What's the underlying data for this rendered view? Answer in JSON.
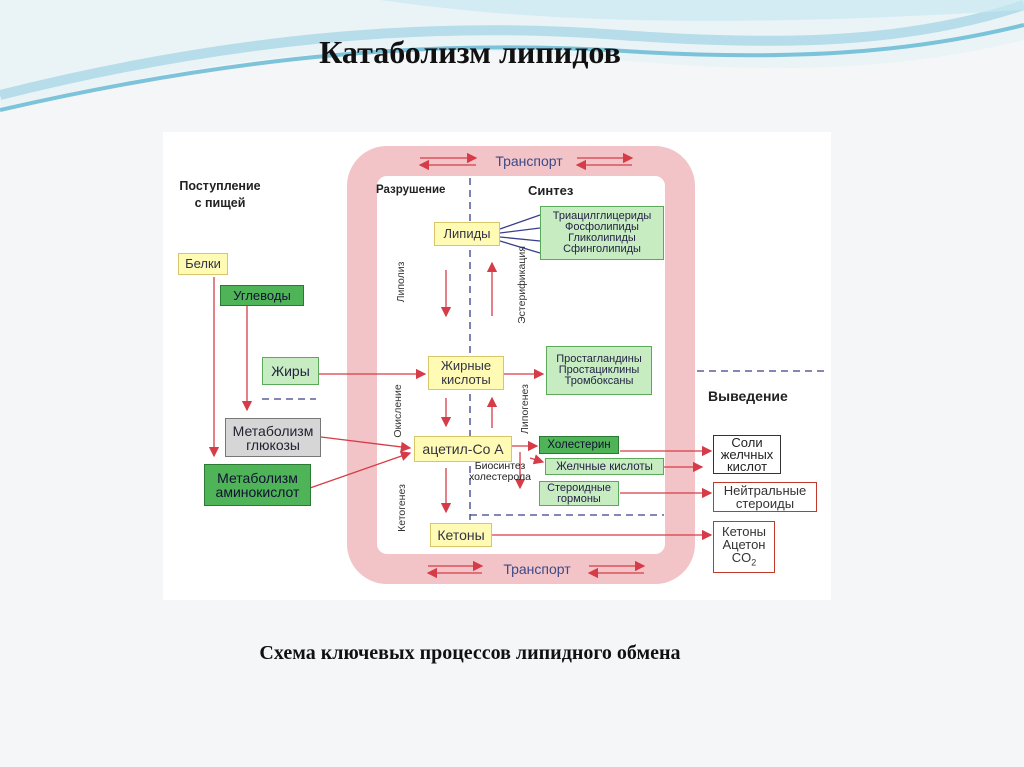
{
  "slide": {
    "title": "Катаболизм липидов",
    "caption": "Схема ключевых процессов липидного обмена"
  },
  "diagram": {
    "transport_top": "Транспорт",
    "transport_bottom": "Транспорт",
    "intake_label": [
      "Поступление",
      "с пищей"
    ],
    "breakdown_label": "Разрушение",
    "synthesis_label": "Синтез",
    "excretion_label": "Выведение",
    "intake": {
      "proteins": "Белки",
      "carbs": "Углеводы",
      "fats": "Жиры",
      "glucose_metabolism": [
        "Метаболизм",
        "глюкозы"
      ],
      "aminoacid_metabolism": [
        "Метаболизм",
        "аминокислот"
      ]
    },
    "center": {
      "lipids": "Липиды",
      "fatty_acids": [
        "Жирные",
        "кислоты"
      ],
      "acetyl_coa": "ацетил-Со А",
      "ketones": "Кетоны"
    },
    "processes": {
      "lipolysis": "Липолиз",
      "esterification": "Эстерификация",
      "oxidation": "Окисление",
      "lipogenesis": "Липогенез",
      "ketogenesis": "Кетогенез",
      "cholesterol_biosynthesis": [
        "Биосинтез",
        "холестерола"
      ]
    },
    "synthesis_products": {
      "complex_lipids": [
        "Триацилглицериды",
        "Фосфолипиды",
        "Гликолипиды",
        "Сфинголипиды"
      ],
      "eicosanoids": [
        "Простагландины",
        "Простациклины",
        "Тромбоксаны"
      ],
      "cholesterol": "Холестерин",
      "bile_acids": "Желчные кислоты",
      "steroid_hormones": [
        "Стероидные",
        "гормоны"
      ]
    },
    "excretion": {
      "bile_salts": [
        "Соли",
        "желчных",
        "кислот"
      ],
      "neutral_steroids": [
        "Нейтральные",
        "стероиды"
      ],
      "ketones_out": [
        "Кетоны",
        "Ацетон",
        "CO",
        "2"
      ]
    },
    "colors": {
      "frame": "#f2c4c7",
      "arrow": "#d63c48",
      "divider": "#3a3f8a",
      "wave": "#7fc7dd"
    }
  }
}
